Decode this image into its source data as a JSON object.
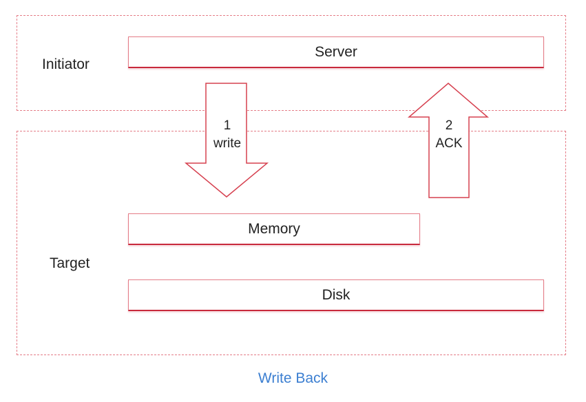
{
  "zones": {
    "initiator": {
      "label": "Initiator"
    },
    "target": {
      "label": "Target"
    }
  },
  "boxes": {
    "server": "Server",
    "memory": "Memory",
    "disk": "Disk"
  },
  "arrows": {
    "write": {
      "number": "1",
      "label": "write",
      "direction": "down"
    },
    "ack": {
      "number": "2",
      "label": "ACK",
      "direction": "up"
    }
  },
  "caption": "Write Back",
  "colors": {
    "outline": "#e47b86",
    "accent": "#c8293c",
    "caption": "#3c7fd1"
  }
}
